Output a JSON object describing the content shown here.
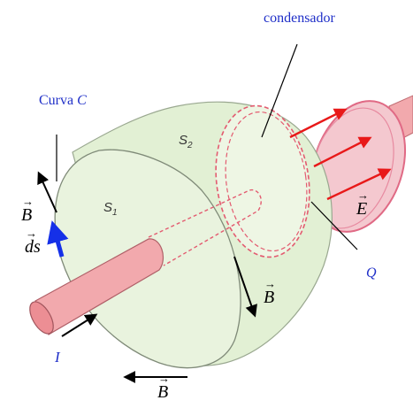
{
  "labels": {
    "condensador": "condensador",
    "curva": "Curva",
    "curva_symbol": "C",
    "surface_1": "S",
    "surface_1_sub": "1",
    "surface_2": "S",
    "surface_2_sub": "2",
    "b_field": "B",
    "ds": "ds",
    "e_field": "E",
    "charge": "Q",
    "current": "I"
  },
  "colors": {
    "surface_fill": "#e2f0d4",
    "wire_fill": "#f2a9ad",
    "plate_fill": "#f4c8cf",
    "dashed_outline": "#e35b70",
    "e_arrows": "#e81919",
    "ds_arrow": "#1530e8",
    "label_blue": "#1f2fc8"
  }
}
